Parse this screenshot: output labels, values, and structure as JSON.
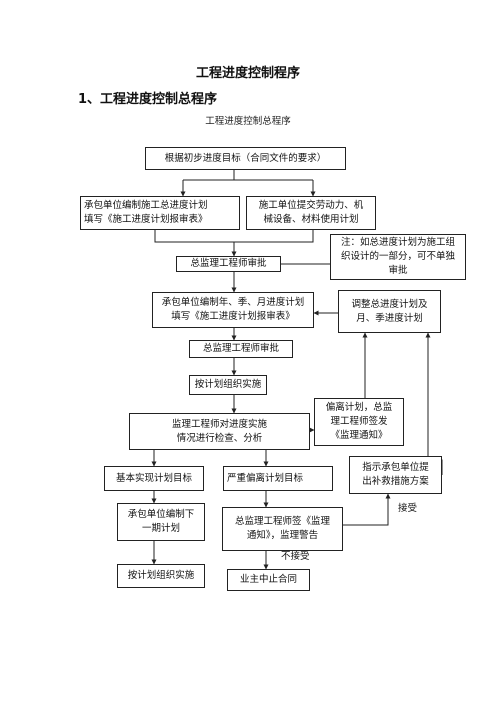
{
  "page": {
    "title": "工程进度控制程序",
    "section_heading": "1、工程进度控制总程序",
    "diagram_title": "工程进度控制总程序"
  },
  "boxes": {
    "initial_target": [
      "根据初步进度目标（合同文件的要求）"
    ],
    "contractor_master_plan": [
      "承包单位编制施工总进度计划",
      "填写《施工进度计划报审表》"
    ],
    "resource_plan": [
      "施工单位提交劳动力、机",
      "械设备、材料使用计划"
    ],
    "note": [
      "注：如总进度计划为施工组",
      "织设计的一部分，可不单独",
      "审批"
    ],
    "chief_approval_1": [
      "总监理工程师审批"
    ],
    "contractor_periodic_plan": [
      "承包单位编制年、季、月进度计划",
      "填写《施工进度计划报审表》"
    ],
    "adjust_plan": [
      "调整总进度计划及",
      "月、季进度计划"
    ],
    "chief_approval_2": [
      "总监理工程师审批"
    ],
    "organize_implementation_1": [
      "按计划组织实施"
    ],
    "deviation_notice": [
      "偏离计划，总监",
      "理工程师签发",
      "《监理通知》"
    ],
    "inspection_analysis": [
      "监理工程师对进度实施",
      "情况进行检查、分析"
    ],
    "remedial_measures": [
      "指示承包单位提",
      "出补救措施方案"
    ],
    "basic_target": [
      "基本实现计划目标"
    ],
    "serious_deviation": [
      "严重偏离计划目标"
    ],
    "next_period_plan": [
      "承包单位编制下",
      "一期计划"
    ],
    "chief_warning": [
      "总监理工程师签《监理",
      "通知》，监理警告"
    ],
    "organize_implementation_2": [
      "按计划组织实施"
    ],
    "terminate_contract": [
      "业主中止合同"
    ]
  },
  "labels": {
    "accept": "接受",
    "not_accept": "不接受"
  },
  "colors": {
    "line": "#222222",
    "text": "#111111"
  }
}
